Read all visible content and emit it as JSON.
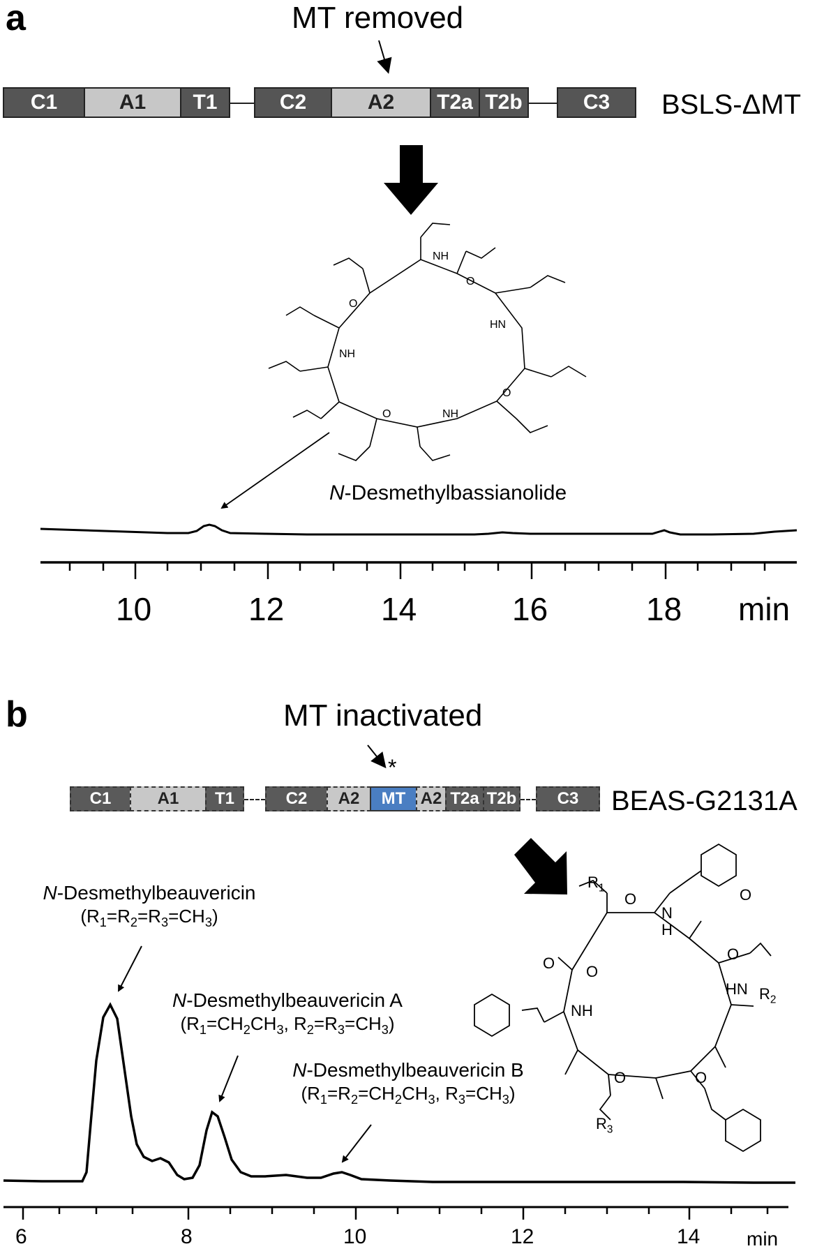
{
  "panel_a": {
    "letter": "a",
    "title": "MT removed",
    "construct": "BSLS-ΔMT",
    "modules": [
      "C1",
      "A1",
      "T1",
      "C2",
      "A2",
      "T2a",
      "T2b",
      "C3"
    ],
    "compound": {
      "prefix": "N",
      "name": "-Desmethylbassianolide"
    },
    "axis_ticks": [
      "10",
      "12",
      "14",
      "16",
      "18"
    ],
    "axis_unit": "min"
  },
  "panel_b": {
    "letter": "b",
    "title": "MT inactivated",
    "mutation_mark": "*",
    "construct": "BEAS-G2131A",
    "modules": [
      "C1",
      "A1",
      "T1",
      "C2",
      "A2",
      "MT",
      "A2",
      "T2a",
      "T2b",
      "C3"
    ],
    "peak1": {
      "prefix": "N",
      "name": "-Desmethylbeauvericin",
      "sub": "(R1=R2=R3=CH3)"
    },
    "peak2": {
      "prefix": "N",
      "name": "-Desmethylbeauvericin  A",
      "sub": "(R1=CH2CH3, R2=R3=CH3)"
    },
    "peak3": {
      "prefix": "N",
      "name": "-Desmethylbeauvericin  B",
      "sub": "(R1=R2=CH2CH3, R3=CH3)"
    },
    "structure_labels": {
      "r1": "R1",
      "r2": "R2",
      "r3": "R3",
      "o": "O",
      "nh": "NH",
      "h": "H",
      "n": "N"
    },
    "axis_ticks": [
      "6",
      "8",
      "10",
      "12",
      "14"
    ],
    "axis_unit": "min"
  },
  "structure_a_labels": {
    "o": "O",
    "nh": "NH",
    "h": "H",
    "n": "N"
  },
  "colors": {
    "mt_blue": "#4a7ec2",
    "dark_module": "#555555",
    "light_module": "#c7c7c7"
  }
}
